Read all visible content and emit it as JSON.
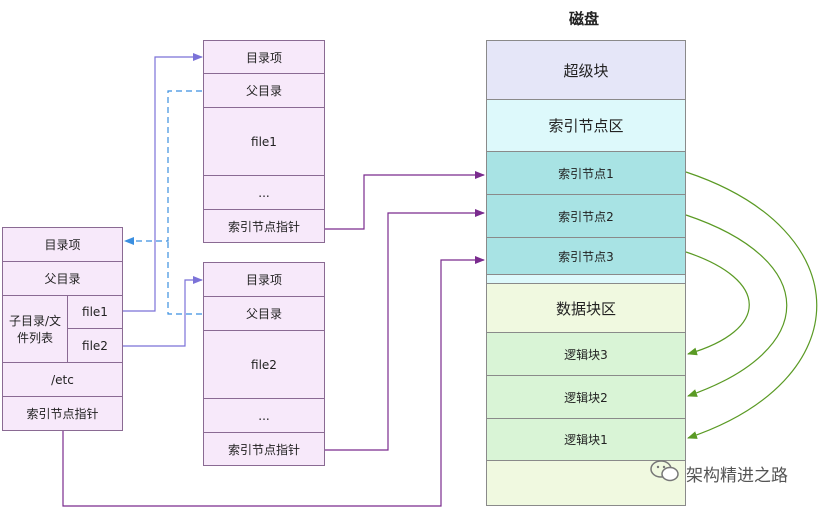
{
  "disk": {
    "title": "磁盘",
    "superblock": "超级块",
    "inode_area": "索引节点区",
    "inode1": "索引节点1",
    "inode2": "索引节点2",
    "inode3": "索引节点3",
    "data_area": "数据块区",
    "block3": "逻辑块3",
    "block2": "逻辑块2",
    "block1": "逻辑块1"
  },
  "root_dir": {
    "entry": "目录项",
    "parent": "父目录",
    "children_label": "子目录/文件列表",
    "file1": "file1",
    "file2": "file2",
    "etc": "/etc",
    "inode_ptr": "索引节点指针"
  },
  "file1_dir": {
    "entry": "目录项",
    "parent": "父目录",
    "name": "file1",
    "ellipsis": "...",
    "inode_ptr": "索引节点指针"
  },
  "file2_dir": {
    "entry": "目录项",
    "parent": "父目录",
    "name": "file2",
    "ellipsis": "...",
    "inode_ptr": "索引节点指针"
  },
  "watermark": "架构精进之路",
  "colors": {
    "entry_fill": "#f7e9fa",
    "superblock_fill": "#e5e6f8",
    "inode_area_fill": "#ddf9fb",
    "inode_fill": "#a8e3e4",
    "data_area_fill": "#f0f9e0",
    "block_fill": "#d9f4d6",
    "purple_arrow": "#7a2b8e",
    "blue_arrow": "#3b8fe0",
    "green_arrow": "#5a9a24"
  }
}
